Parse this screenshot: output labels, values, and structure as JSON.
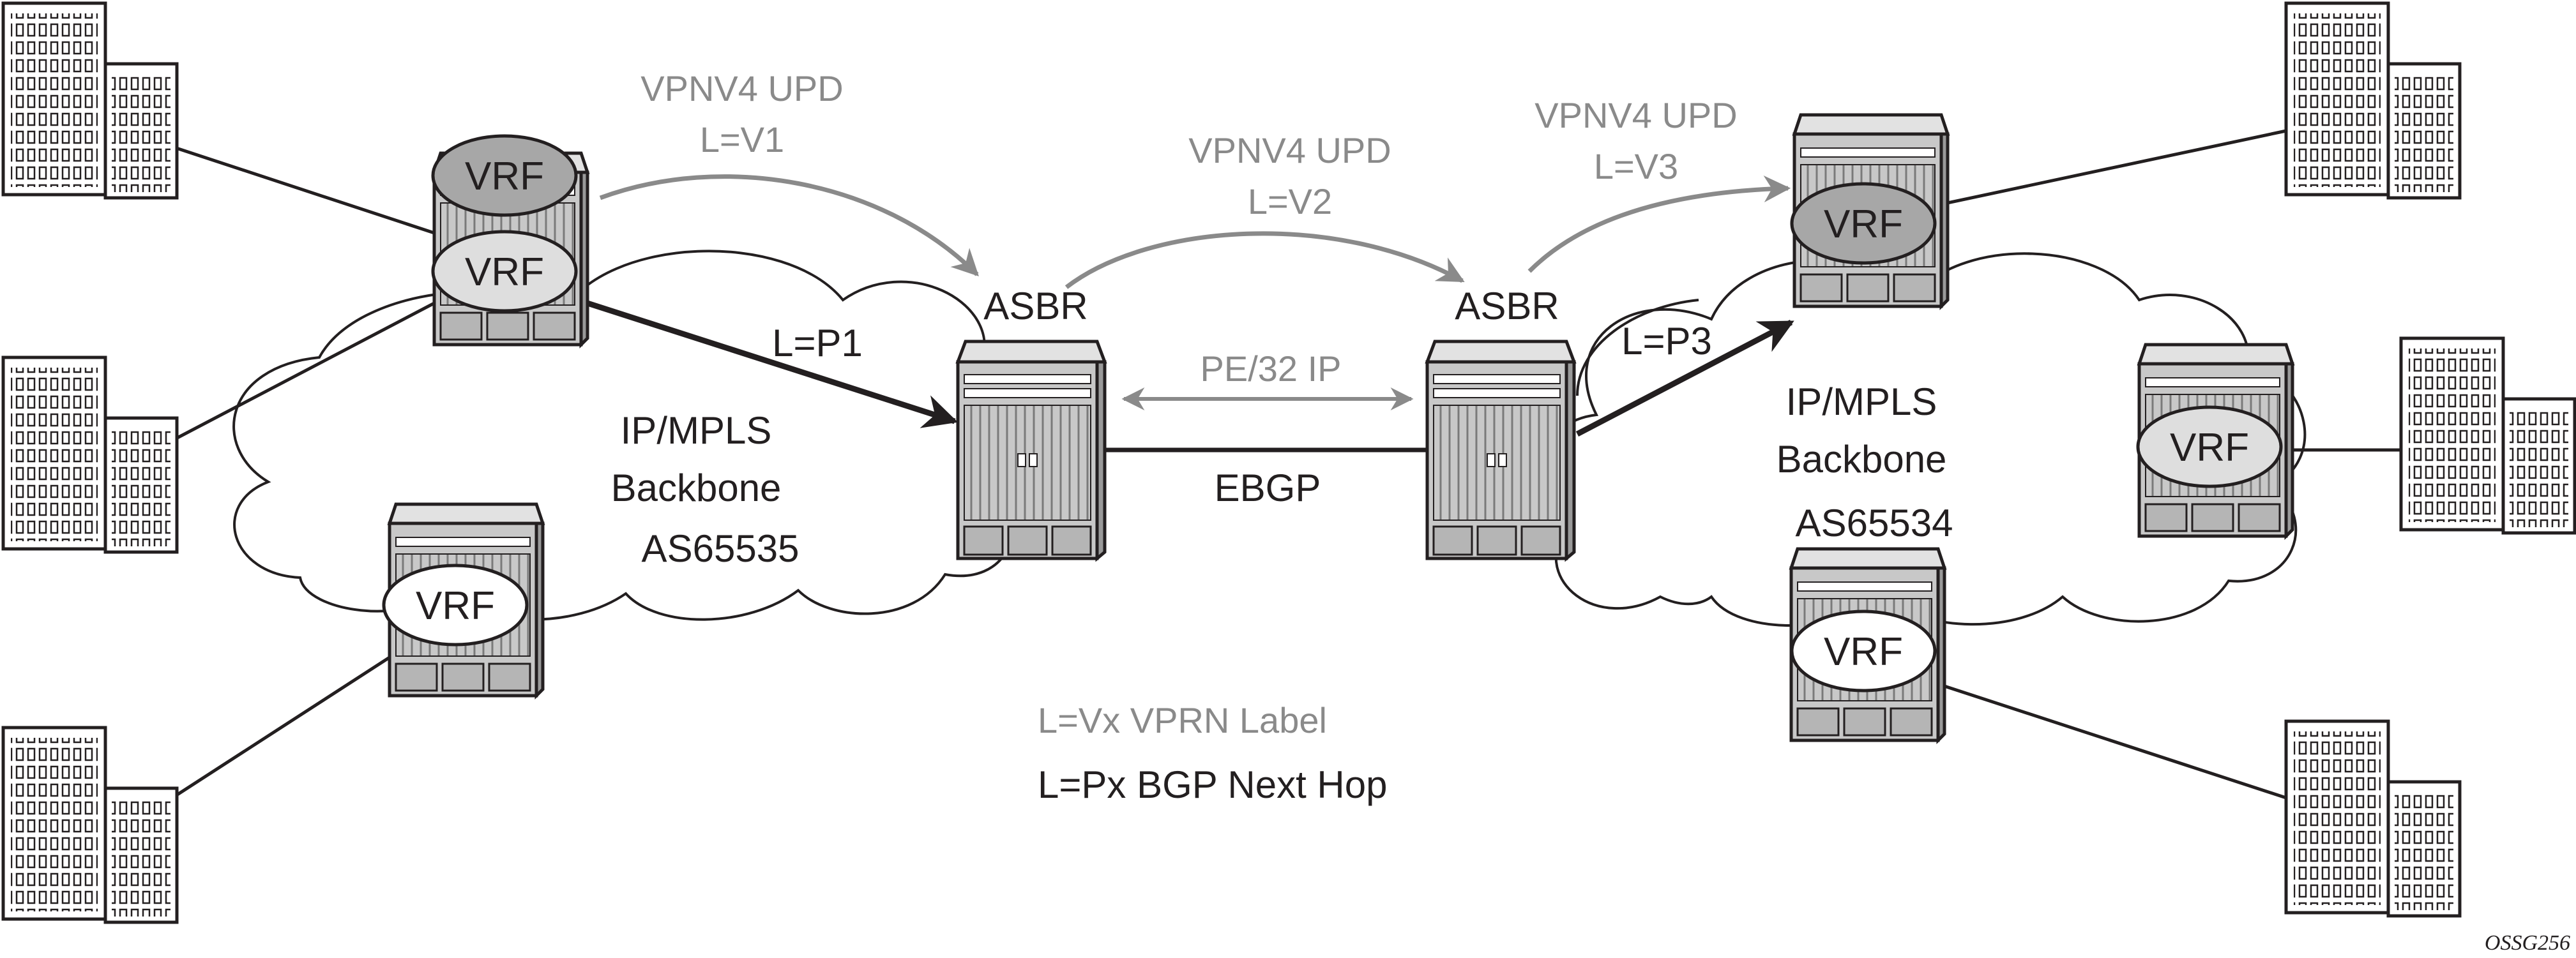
{
  "labels": {
    "vrf": "VRF",
    "asbr": "ASBR",
    "upd_title": "VPNV4 UPD",
    "upd_v1": "L=V1",
    "upd_v2": "L=V2",
    "upd_v3": "L=V3",
    "p1": "L=P1",
    "p3": "L=P3",
    "pe32": "PE/32 IP",
    "ebgp": "EBGP",
    "backbone_line1": "IP/MPLS",
    "backbone_line2": "Backbone",
    "as_left": "AS65535",
    "as_right": "AS65534",
    "legend_vx": "L=Vx VPRN Label",
    "legend_px": "L=Px BGP Next Hop",
    "figure_id": "OSSG256"
  },
  "colors": {
    "line": "#231f20",
    "gray_arrow": "#8a8a8a",
    "router_body": "#c8c8c8",
    "router_top": "#e2e2e2",
    "router_side": "#9a9a9a",
    "vrf_dark": "#a7a7a7",
    "vrf_light": "#dedede",
    "vrf_white": "#ffffff"
  },
  "icons": {
    "building": "office-building-icon",
    "router": "router-icon"
  }
}
